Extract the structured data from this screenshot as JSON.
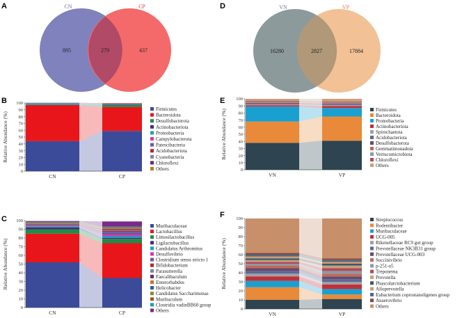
{
  "panels": {
    "A": {
      "letter": "A",
      "type": "venn",
      "set_labels": [
        "CN",
        "CP"
      ],
      "counts": {
        "left_only": "895",
        "both": "279",
        "right_only": "437"
      },
      "colors": {
        "left": "#7f82bd",
        "right": "#f46a6a",
        "overlap": "#b04a66",
        "left_label": "#6f6fb0",
        "right_label": "#e03a3a"
      }
    },
    "D": {
      "letter": "D",
      "type": "venn",
      "set_labels": [
        "VN",
        "VP"
      ],
      "counts": {
        "left_only": "16280",
        "both": "2827",
        "right_only": "17884"
      },
      "colors": {
        "left": "#8c9a9c",
        "right": "#f2c195",
        "overlap": "#b09878",
        "left_label": "#6a7c90",
        "right_label": "#e07a50"
      }
    }
  },
  "chart_data": [
    {
      "panel": "B",
      "letter": "B",
      "type": "bar",
      "stacked": true,
      "ylabel": "Relative Abundance (%)",
      "ylim": [
        0,
        100
      ],
      "yticks": [
        0,
        10,
        20,
        30,
        40,
        50,
        60,
        70,
        80,
        90,
        100
      ],
      "categories": [
        "CN",
        "CP"
      ],
      "series": [
        {
          "name": "Firmicutes",
          "color": "#3c4a9a",
          "values": [
            44,
            59
          ]
        },
        {
          "name": "Bacteroidota",
          "color": "#e8161a",
          "values": [
            53,
            35
          ]
        },
        {
          "name": "Desulfobacterota",
          "color": "#1e8c46",
          "values": [
            0.5,
            3
          ]
        },
        {
          "name": "Actinobacteriota",
          "color": "#4a2a7a",
          "values": [
            0.2,
            0.5
          ]
        },
        {
          "name": "Proteobacteria",
          "color": "#1aa0c8",
          "values": [
            2.0,
            0.5
          ]
        },
        {
          "name": "Campylobacterota",
          "color": "#d83aa0",
          "values": [
            0.2,
            0.5
          ]
        },
        {
          "name": "Patescibacteria",
          "color": "#6a5aa8",
          "values": [
            0.1,
            0.4
          ]
        },
        {
          "name": "Acidobacteriota",
          "color": "#c02030",
          "values": [
            0.1,
            0.3
          ]
        },
        {
          "name": "Cyanobacteria",
          "color": "#7a8a9a",
          "values": [
            0.1,
            0.2
          ]
        },
        {
          "name": "Chloroflexi",
          "color": "#6a2a6a",
          "values": [
            0.1,
            0.2
          ]
        },
        {
          "name": "Others",
          "color": "#c8761e",
          "values": [
            0.2,
            0.4
          ]
        }
      ]
    },
    {
      "panel": "C",
      "letter": "C",
      "type": "bar",
      "stacked": true,
      "ylabel": "Relative Abundance (%)",
      "ylim": [
        0,
        100
      ],
      "yticks": [
        0,
        10,
        20,
        30,
        40,
        50,
        60,
        70,
        80,
        90,
        100
      ],
      "categories": [
        "CN",
        "CP"
      ],
      "series": [
        {
          "name": "Muribaculaceae",
          "color": "#3c4a9a",
          "values": [
            52,
            34
          ]
        },
        {
          "name": "Lactobacillus",
          "color": "#e8161a",
          "values": [
            33,
            40
          ]
        },
        {
          "name": "Limosilactobacillus",
          "color": "#1e8c46",
          "values": [
            5,
            5
          ]
        },
        {
          "name": "Ligilactobacillus",
          "color": "#4a2a7a",
          "values": [
            2,
            1
          ]
        },
        {
          "name": "Candidatus Arthromitus",
          "color": "#1aa0c8",
          "values": [
            1,
            2
          ]
        },
        {
          "name": "Desulfovibrio",
          "color": "#d83aa0",
          "values": [
            0.5,
            2
          ]
        },
        {
          "name": "Clostridium sensu stricto 1",
          "color": "#6a5aa8",
          "values": [
            1,
            3
          ]
        },
        {
          "name": "Bifidobacterium",
          "color": "#c02030",
          "values": [
            0.5,
            1
          ]
        },
        {
          "name": "Parasutterella",
          "color": "#7a8a9a",
          "values": [
            0.5,
            1
          ]
        },
        {
          "name": "Faecalibaculum",
          "color": "#6a2a6a",
          "values": [
            0.5,
            1
          ]
        },
        {
          "name": "Enterorhabdus",
          "color": "#c8761e",
          "values": [
            0.5,
            1
          ]
        },
        {
          "name": "Helicobacter",
          "color": "#3a5a8a",
          "values": [
            0.5,
            0.5
          ]
        },
        {
          "name": "Candidatus Saccharimonas",
          "color": "#8a8a3a",
          "values": [
            0.5,
            0.5
          ]
        },
        {
          "name": "Muribaculum",
          "color": "#a0522d",
          "values": [
            0.5,
            0.5
          ]
        },
        {
          "name": "Clostridia vadinBB60 group",
          "color": "#20a0a0",
          "values": [
            0.5,
            0.5
          ]
        },
        {
          "name": "Others",
          "color": "#7a2a8a",
          "values": [
            1,
            6
          ]
        }
      ]
    },
    {
      "panel": "E",
      "letter": "E",
      "type": "bar",
      "stacked": true,
      "ylabel": "Relative Abundance (%)",
      "ylim": [
        0,
        100
      ],
      "yticks": [
        0,
        10,
        20,
        30,
        40,
        50,
        60,
        70,
        80,
        90,
        100
      ],
      "categories": [
        "VN",
        "VP"
      ],
      "series": [
        {
          "name": "Firmicutes",
          "color": "#2e4450",
          "values": [
            38,
            41
          ]
        },
        {
          "name": "Bacteroidota",
          "color": "#e88a3a",
          "values": [
            30,
            34
          ]
        },
        {
          "name": "Proteobacteria",
          "color": "#1aa0d0",
          "values": [
            21,
            12
          ]
        },
        {
          "name": "Actinobacteriota",
          "color": "#c0303a",
          "values": [
            2,
            3
          ]
        },
        {
          "name": "Spirochaetota",
          "color": "#a0a0a0",
          "values": [
            1,
            1
          ]
        },
        {
          "name": "Acidobacteriota",
          "color": "#5a6a9a",
          "values": [
            1,
            1
          ]
        },
        {
          "name": "Desulfobacterota",
          "color": "#6a4a6a",
          "values": [
            1,
            1
          ]
        },
        {
          "name": "Gemmatimonadota",
          "color": "#c06a5a",
          "values": [
            1,
            1
          ]
        },
        {
          "name": "Verrucomicrobiota",
          "color": "#8a9aa8",
          "values": [
            1,
            1
          ]
        },
        {
          "name": "Chloroflexi",
          "color": "#b04a5a",
          "values": [
            1,
            1
          ]
        },
        {
          "name": "Others",
          "color": "#c8a07a",
          "values": [
            3,
            4
          ]
        }
      ]
    },
    {
      "panel": "F",
      "letter": "F",
      "type": "bar",
      "stacked": true,
      "ylabel": "Relative Abundance (%)",
      "ylim": [
        0,
        100
      ],
      "yticks": [
        0,
        10,
        20,
        30,
        40,
        50,
        60,
        70,
        80,
        90,
        100
      ],
      "categories": [
        "VN",
        "VP"
      ],
      "series": [
        {
          "name": "Streptococcus",
          "color": "#2e4450",
          "values": [
            10,
            11
          ]
        },
        {
          "name": "Rodentibacter",
          "color": "#e88a3a",
          "values": [
            14,
            5
          ]
        },
        {
          "name": "Muribaculaceae",
          "color": "#1aa0d0",
          "values": [
            7,
            6
          ]
        },
        {
          "name": "UCG-005",
          "color": "#c0303a",
          "values": [
            5,
            5
          ]
        },
        {
          "name": "Rikenellaceae RC9 gut group",
          "color": "#a0a0a0",
          "values": [
            3,
            3
          ]
        },
        {
          "name": "Prevotellaceae NK3B31 group",
          "color": "#5a6a9a",
          "values": [
            3,
            3
          ]
        },
        {
          "name": "Prevotellaceae UCG-003",
          "color": "#6a4a6a",
          "values": [
            3,
            3
          ]
        },
        {
          "name": "Succinivibrio",
          "color": "#c06a5a",
          "values": [
            3,
            3
          ]
        },
        {
          "name": "p-251-o5",
          "color": "#8a9aa8",
          "values": [
            2,
            3
          ]
        },
        {
          "name": "Treponema",
          "color": "#b04a5a",
          "values": [
            2,
            3
          ]
        },
        {
          "name": "Prevotella",
          "color": "#c8a07a",
          "values": [
            2,
            3
          ]
        },
        {
          "name": "Phascolarctobacterium",
          "color": "#3a5a6a",
          "values": [
            2,
            2
          ]
        },
        {
          "name": "Alloprevotella",
          "color": "#d09a6a",
          "values": [
            2,
            2
          ]
        },
        {
          "name": "Eubacterium coprostanoligenes group",
          "color": "#4a6a8a",
          "values": [
            2,
            2
          ]
        },
        {
          "name": "Anaerovibrio",
          "color": "#8a4a3a",
          "values": [
            2,
            2
          ]
        },
        {
          "name": "Others",
          "color": "#c8906a",
          "values": [
            38,
            44
          ]
        }
      ]
    }
  ]
}
